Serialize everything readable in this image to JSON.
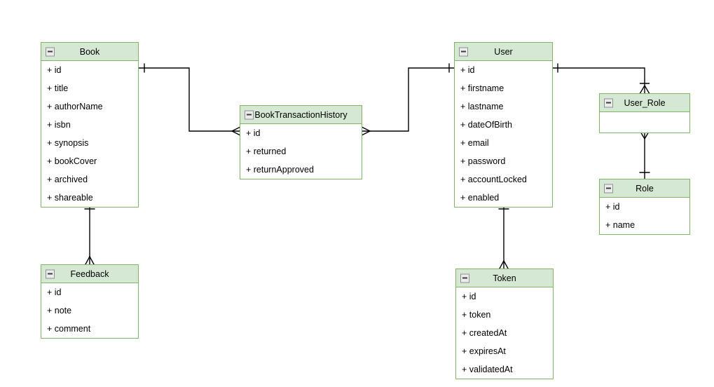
{
  "diagram": {
    "type": "entity-relationship",
    "colors": {
      "canvas_bg": "#ffffff",
      "header_fill": "#d5e8d4",
      "border": "#82b366",
      "text": "#000000",
      "line": "#000000",
      "collapse_border": "#919191",
      "collapse_fill": "#ececec"
    },
    "entities": [
      {
        "title": "Book",
        "attributes": [
          "+ id",
          "+ title",
          "+ authorName",
          "+ isbn",
          "+ synopsis",
          "+ bookCover",
          "+ archived",
          "+ shareable"
        ]
      },
      {
        "title": "BookTransactionHistory",
        "attributes": [
          "+ id",
          "+ returned",
          "+ returnApproved"
        ]
      },
      {
        "title": "User",
        "attributes": [
          "+ id",
          "+ firstname",
          "+ lastname",
          "+ dateOfBirth",
          "+ email",
          "+ password",
          "+ accountLocked",
          "+ enabled"
        ]
      },
      {
        "title": "User_Role",
        "attributes": []
      },
      {
        "title": "Role",
        "attributes": [
          "+ id",
          "+ name"
        ]
      },
      {
        "title": "Feedback",
        "attributes": [
          "+ id",
          "+ note",
          "+ comment"
        ]
      },
      {
        "title": "Token",
        "attributes": [
          "+ id",
          "+ token",
          "+ createdAt",
          "+ expiresAt",
          "+ validatedAt"
        ]
      }
    ],
    "relationships": [
      {
        "from": "Book",
        "to": "BookTransactionHistory",
        "from_cardinality": "one",
        "to_cardinality": "many"
      },
      {
        "from": "User",
        "to": "BookTransactionHistory",
        "from_cardinality": "one",
        "to_cardinality": "many"
      },
      {
        "from": "User",
        "to": "User_Role",
        "from_cardinality": "one",
        "to_cardinality": "one-or-many"
      },
      {
        "from": "User_Role",
        "to": "Role",
        "from_cardinality": "many",
        "to_cardinality": "one"
      },
      {
        "from": "User",
        "to": "Token",
        "from_cardinality": "one",
        "to_cardinality": "many"
      },
      {
        "from": "Book",
        "to": "Feedback",
        "from_cardinality": "one",
        "to_cardinality": "many"
      }
    ]
  }
}
